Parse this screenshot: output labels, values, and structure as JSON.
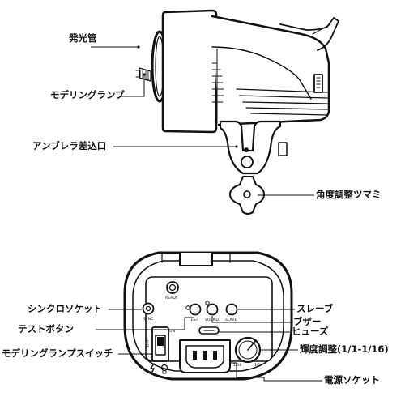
{
  "labels": {
    "flash_tube": "発光管",
    "modeling_lamp": "モデリングランプ",
    "umbrella_socket": "アンブレラ差込口",
    "angle_knob": "角度調整ツマミ",
    "sync_socket": "シンクロソケット",
    "test_button": "テストボタン",
    "modeling_switch": "モデリングランプスイッチ",
    "slave": "スレーブ",
    "buzzer": "ブザー",
    "fuse": "ヒューズ",
    "brightness": "輝度調整(1/1-1/16)",
    "power_socket": "電源ソケット"
  },
  "panel": {
    "ready": "READY",
    "sync": "SYNC",
    "test": "TEST",
    "sound": "SOUND",
    "slave": "SLAVE",
    "off": "OFF",
    "on": "ON",
    "dial_min": "1/16",
    "dial_max": "1/1"
  }
}
